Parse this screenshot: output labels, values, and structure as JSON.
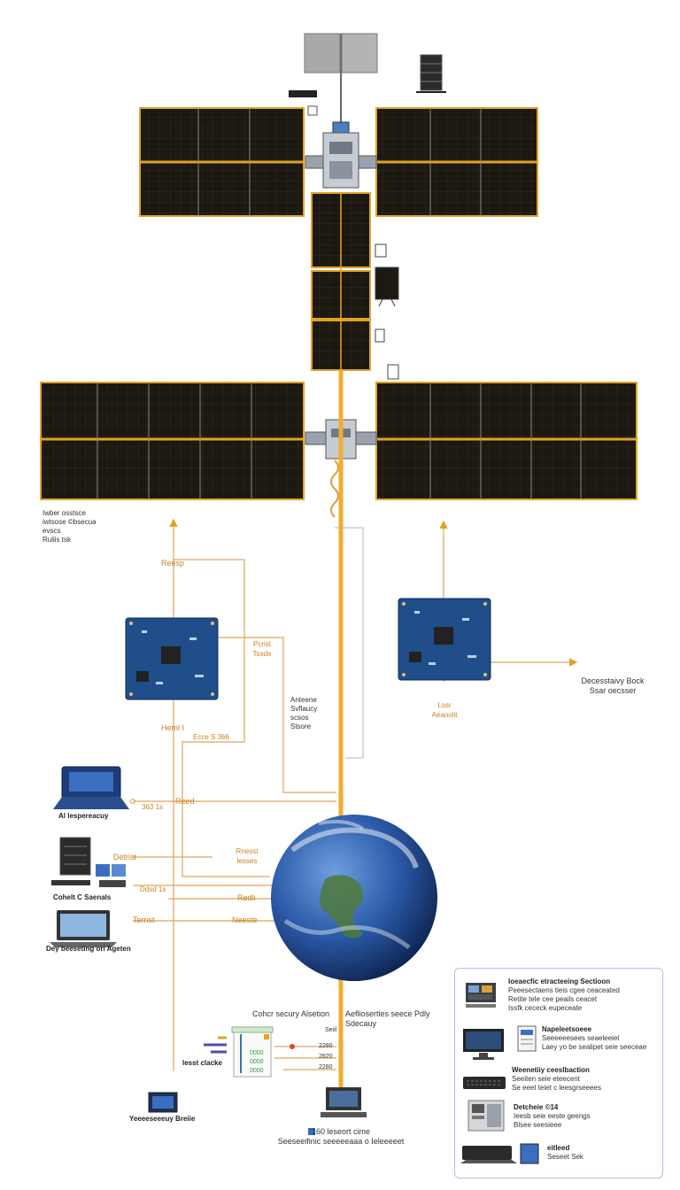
{
  "colors": {
    "panel_cell": "#1c1812",
    "panel_frame": "#e0a422",
    "truss": "#f2ac2e",
    "flow_line": "#e0a45a",
    "board_blue": "#1f4e8a",
    "earth_ocean": "#2b5aa8",
    "legend_border": "#a8c4e6"
  },
  "labels": {
    "top_left_note": [
      "Iwber osstsce",
      "iwtsose ©bsecua",
      "evscs",
      "Ruliis tsk"
    ],
    "ressp": "Reesp",
    "pcb_left_side": [
      "Pcrist",
      "Tssde"
    ],
    "heml": "Heml I",
    "heml_sub": "Ecce S 366",
    "antenna": [
      "Anteene",
      "Svflaucy",
      "scsos",
      "Stsore"
    ],
    "laser": [
      "Lssr",
      "Aeaoolit"
    ],
    "right_arrow": [
      "Decesstaivy Bock",
      "Ssar oecsser"
    ],
    "ai_label": "Al lespereacuy",
    "reed": "Reed",
    "d3": "363 1s",
    "orbital_c": "Cohelt C Saenals",
    "detrist": "Detrist",
    "dd": "Ddsd 1s",
    "retail_pair": [
      "Rnesst",
      "lesses"
    ],
    "redli": "Redli",
    "ternst": "Ternst",
    "neeste": "Neeste",
    "day_label": "Dey beeseting ori Ageten",
    "cohort": "Cohcr secury Alsetion",
    "agflow": [
      "Aeflioserties seece Pdly",
      "Sdecauy"
    ],
    "seiil": "Seiil",
    "local_stack": "lesst clacke",
    "codes": [
      "2280",
      "2820",
      "2280"
    ],
    "mini": [
      "0000",
      "0000",
      "0000"
    ],
    "bottom_left": "Yeeeeseeeuy Breiie",
    "bottom_center": [
      "160 leseort cime",
      "Seeseeifinic seeeeeaaa o Ieleeeeet"
    ]
  },
  "legend": [
    {
      "icon": "control-room-icon",
      "lines": [
        "Ioeaecfic etracteeing Sectioon",
        "Peeesectaens tieis cgee ceaceated",
        "Retite tele cee peails ceacet",
        "Issfk cececk eupeceate"
      ]
    },
    {
      "icon": "monitor-icon",
      "lines": [
        "Napeleetsoeee",
        "Seeeeeesees seaeleeiel",
        "Laey yo be sealipet seie seeceae"
      ]
    },
    {
      "icon": "keyboard-icon",
      "lines": [
        "Weenetiiy ceeslbaction",
        "Seeiten seie eteecent",
        "Se eeet teiet c leesgrseeees"
      ]
    },
    {
      "icon": "server-icon",
      "lines": [
        "Detcheie ©14",
        "Ieesb seie eeste geengs",
        "Blsee seesieee"
      ]
    },
    {
      "icon": "laptop-icon",
      "lines": [
        "eitleed",
        "Seseet Sek"
      ]
    }
  ]
}
